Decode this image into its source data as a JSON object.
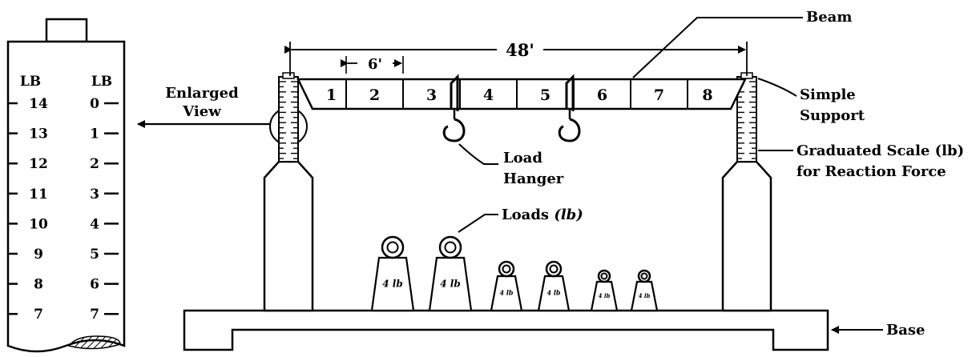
{
  "dimensions": {
    "span": "48'",
    "segment": "6'"
  },
  "segments": [
    "1",
    "2",
    "3",
    "4",
    "5",
    "6",
    "7",
    "8"
  ],
  "labels": {
    "beam": "Beam",
    "enlarged_view_line1": "Enlarged",
    "enlarged_view_line2": "View",
    "simple_support_line1": "Simple",
    "simple_support_line2": "Support",
    "load_hanger_line1": "Load",
    "load_hanger_line2": "Hanger",
    "scale_line1": "Graduated Scale (lb)",
    "scale_line2": "for Reaction Force",
    "loads_prefix": "Loads ",
    "loads_unit": "(lb)",
    "base": "Base"
  },
  "enlarged_scale": {
    "left_header": "LB",
    "right_header": "LB",
    "left_ticks": [
      "14",
      "13",
      "12",
      "11",
      "10",
      "9",
      "8",
      "7"
    ],
    "right_ticks": [
      "0",
      "1",
      "2",
      "3",
      "4",
      "5",
      "6",
      "7"
    ]
  },
  "weights": [
    {
      "label": "4 lb"
    },
    {
      "label": "4 lb"
    },
    {
      "label": "4 lb"
    },
    {
      "label": "4 lb"
    },
    {
      "label": "4 lb"
    },
    {
      "label": "4 lb"
    }
  ]
}
